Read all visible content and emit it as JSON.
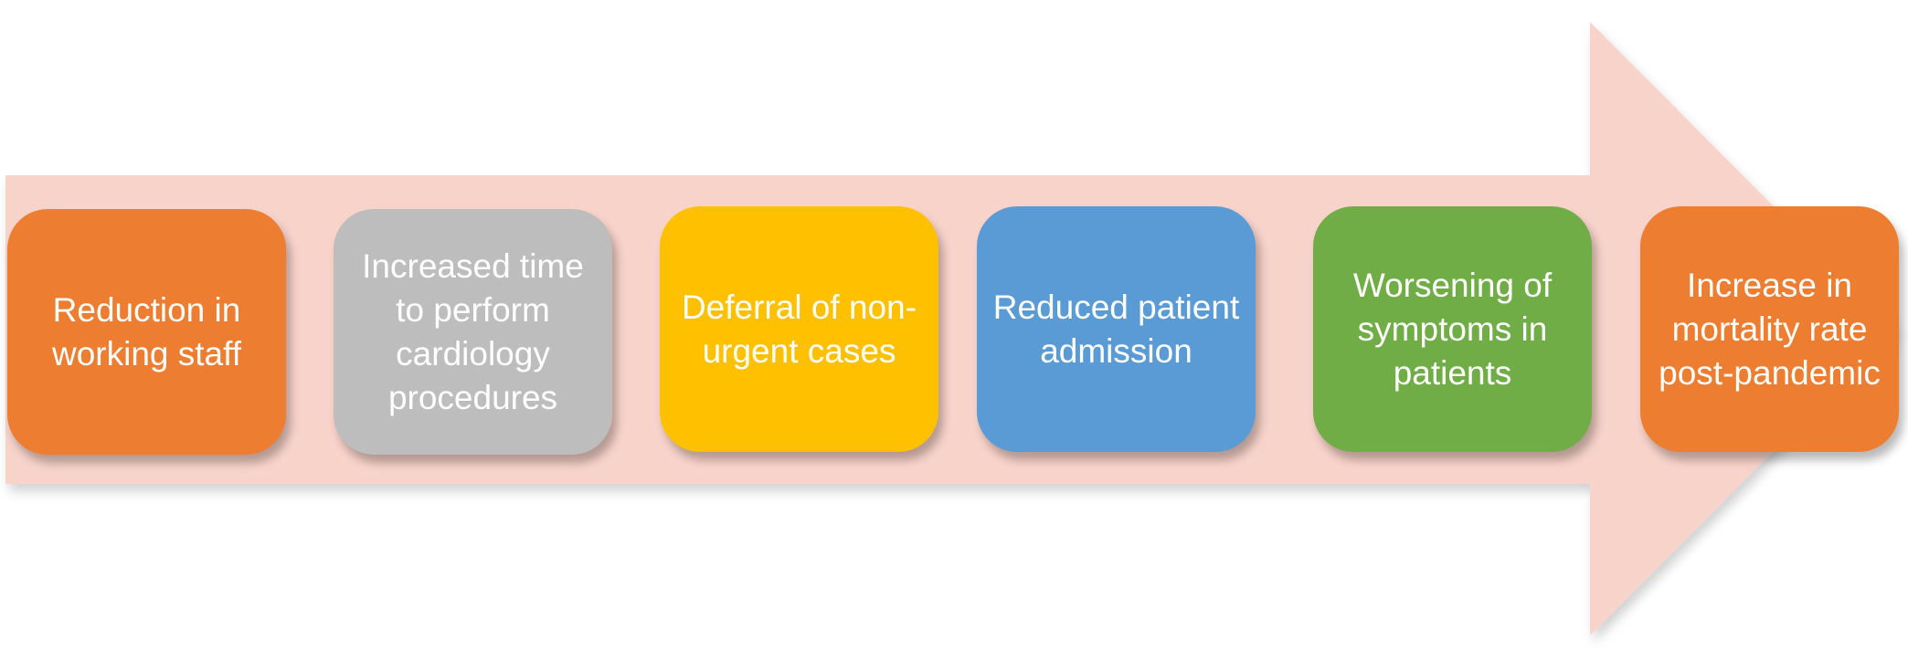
{
  "diagram": {
    "arrow_color": "#F8D3CA",
    "steps": [
      {
        "label": "Reduction in working staff",
        "color": "#ED7D31"
      },
      {
        "label": "Increased time to perform cardiology procedures",
        "color": "#BDBDBD"
      },
      {
        "label": "Deferral of non-urgent cases",
        "color": "#FFC000"
      },
      {
        "label": "Reduced patient admission",
        "color": "#5B9BD5"
      },
      {
        "label": "Worsening of symptoms in patients",
        "color": "#70AD47"
      },
      {
        "label": "Increase in mortality rate post-pandemic",
        "color": "#ED7D31"
      }
    ]
  }
}
